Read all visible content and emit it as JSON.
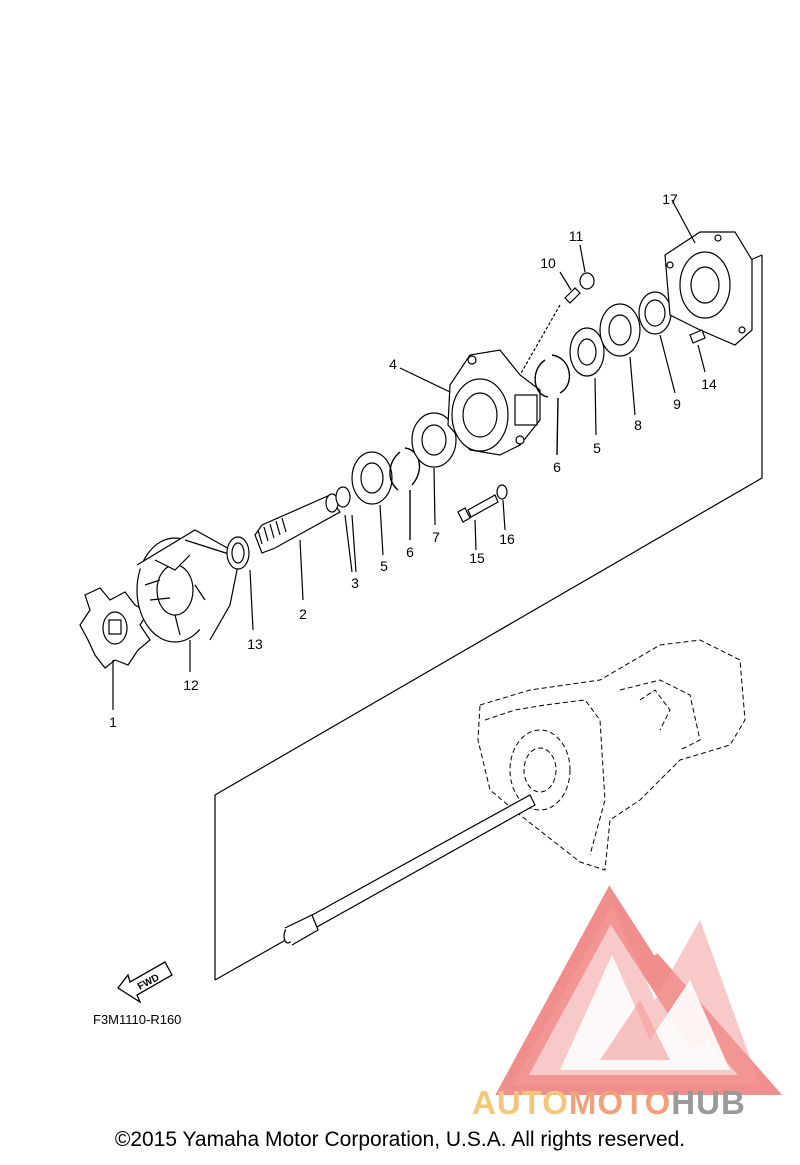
{
  "callouts": [
    {
      "id": "1",
      "text": "1"
    },
    {
      "id": "2",
      "text": "2"
    },
    {
      "id": "3",
      "text": "3"
    },
    {
      "id": "4",
      "text": "4"
    },
    {
      "id": "5a",
      "text": "5"
    },
    {
      "id": "5b",
      "text": "5"
    },
    {
      "id": "6a",
      "text": "6"
    },
    {
      "id": "6b",
      "text": "6"
    },
    {
      "id": "7",
      "text": "7"
    },
    {
      "id": "8",
      "text": "8"
    },
    {
      "id": "9",
      "text": "9"
    },
    {
      "id": "10",
      "text": "10"
    },
    {
      "id": "11",
      "text": "11"
    },
    {
      "id": "12",
      "text": "12"
    },
    {
      "id": "13",
      "text": "13"
    },
    {
      "id": "14",
      "text": "14"
    },
    {
      "id": "15",
      "text": "15"
    },
    {
      "id": "16",
      "text": "16"
    },
    {
      "id": "17",
      "text": "17"
    }
  ],
  "fwd_label": "FWD",
  "figure_code": "F3M1110-R160",
  "copyright": "©2015 Yamaha Motor Corporation, U.S.A. All rights reserved.",
  "watermark": {
    "part1": "AUTO",
    "part2": "MOTO",
    "part3": "HUB",
    "color1": "#f5c67a",
    "color2": "#f0a07a",
    "color3": "#9a9a9a",
    "logo_color": "#ee6a6a"
  }
}
